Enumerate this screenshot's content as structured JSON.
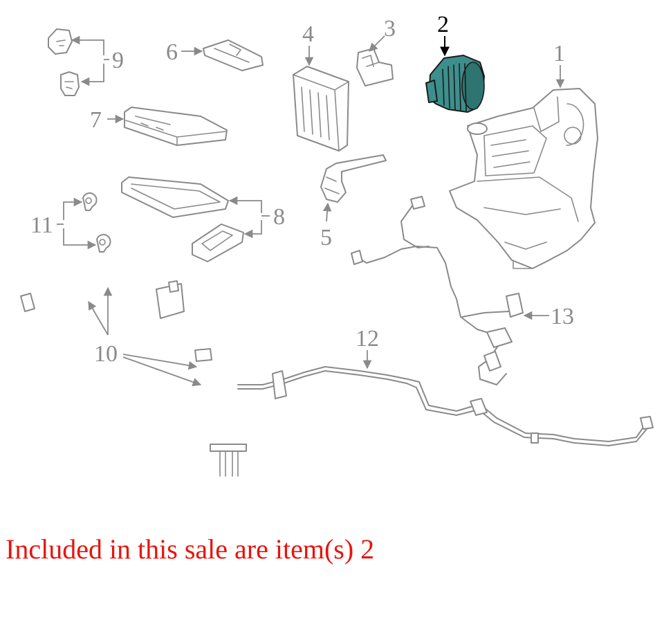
{
  "colors": {
    "highlight_fill": "#3d8f8c",
    "callout_gray": "#8a8a8a",
    "caption_red": "#e8140c"
  },
  "callouts": {
    "c1": "1",
    "c2": "2",
    "c3": "3",
    "c4": "4",
    "c5": "5",
    "c6": "6",
    "c7": "7",
    "c8": "8",
    "c9": "9",
    "c10": "10",
    "c11": "11",
    "c12": "12",
    "c13": "13"
  },
  "highlighted_item": "2",
  "caption": "Included in this sale are item(s) 2"
}
